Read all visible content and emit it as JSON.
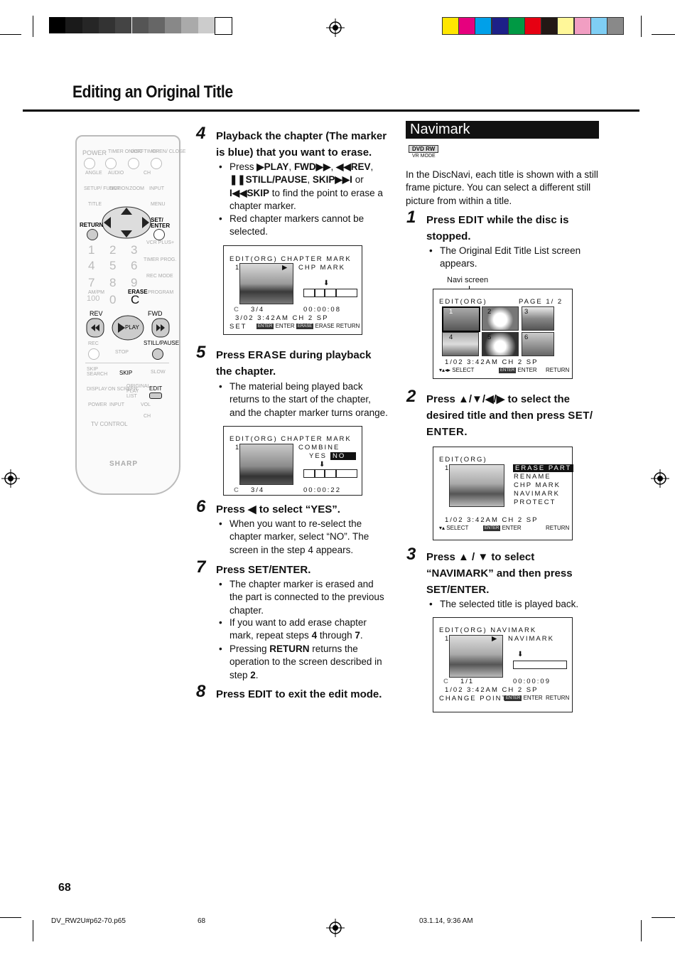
{
  "header": {
    "title": "Editing an Original Title"
  },
  "colors": {
    "gray_swatches": [
      "#000000",
      "#1a1a1a",
      "#262626",
      "#333333",
      "#444444",
      "#555555",
      "#666666",
      "#888888",
      "#aaaaaa",
      "#cccccc",
      "#ffffff"
    ],
    "color_swatches": [
      "#ffe600",
      "#e6007e",
      "#00a0e9",
      "#1d2088",
      "#009944",
      "#e60012",
      "#231815",
      "#fff799",
      "#f19ec2",
      "#7fcef4",
      "#898989"
    ]
  },
  "remote": {
    "labels": [
      "POWER",
      "TIMER ON/OFF",
      "DISC TIMER",
      "OPEN/ CLOSE",
      "ANGLE",
      "AUDIO",
      "CH",
      "SETUP/ FUNCTION",
      "DNR",
      "ZOOM",
      "INPUT",
      "TITLE",
      "MENU",
      "VCR PLUS+",
      "TIMER PROG.",
      "REC MODE",
      "AM/PM",
      "PROGRAM",
      "REC",
      "STOP",
      "SKIP SEARCH",
      "SLOW",
      "DISPLAY",
      "ON SCREEN",
      "ORIGINAL PLAY LIST",
      "POWER",
      "INPUT",
      "VOL",
      "CH",
      "TV CONTROL",
      "SHARP"
    ],
    "numbers": [
      "1",
      "2",
      "3",
      "4",
      "5",
      "6",
      "7",
      "8",
      "9",
      "100",
      "0",
      "C"
    ],
    "dark_labels": {
      "return": "RETURN",
      "set_enter": "SET/ ENTER",
      "erase": "ERASE",
      "rev": "REV",
      "fwd": "FWD",
      "play": "PLAY",
      "still": "STILL/PAUSE",
      "skip": "SKIP",
      "edit": "EDIT"
    }
  },
  "left": {
    "step4": {
      "num": "4",
      "head": "Playback the chapter (The marker is blue) that you want to erase.",
      "b1_pre": "Press ",
      "b1_play": "▶PLAY",
      "b1_c1": ", ",
      "b1_fwd": "FWD▶▶",
      "b1_c2": ", ",
      "b1_rev": "◀◀REV",
      "b1_c3": ", ",
      "b1_still": "❚❚STILL/PAUSE",
      "b1_c4": ", ",
      "b1_skip": "SKIP▶▶I",
      "b1_or": " or ",
      "b1_skipb": "I◀◀SKIP",
      "b1_post": " to find the point to erase a chapter marker.",
      "b2": "Red chapter markers cannot be selected."
    },
    "osd1": {
      "l1": "EDIT(ORG)  CHAPTER  MARK",
      "l2a": "1",
      "l2b": "▶",
      "l2c": "CHP  MARK",
      "c": "C",
      "l3a": "3/4",
      "l3b": "00:00:08",
      "l4": "3/02   3:42AM CH   2 SP",
      "l5": "SET",
      "enter_tag": "ENTER",
      "enter": "ENTER",
      "erase_tag": "ERASE",
      "erase": "ERASE",
      "ret": "RETURN",
      "arrow": "⬇"
    },
    "step5": {
      "num": "5",
      "head_pre": "Press ",
      "head_key": "ERASE",
      "head_post": " during playback the chapter.",
      "b1": "The material being played back returns to the start of the chapter, and the chapter marker turns orange."
    },
    "osd2": {
      "l1": "EDIT(ORG)  CHAPTER  MARK",
      "l2a": "1",
      "l2c": "COMBINE",
      "yes": "YES",
      "no": "NO",
      "c": "C",
      "l3a": "3/4",
      "l3b": "00:00:22",
      "arrow": "⬇"
    },
    "step6": {
      "num": "6",
      "head_pre": "Press ",
      "head_key": "◀",
      "head_post": " to select “YES”.",
      "b1": "When you want to re-select the chapter marker, select “NO”. The screen in the step 4 appears."
    },
    "step7": {
      "num": "7",
      "head_pre": "Press ",
      "head_key": "SET/ENTER",
      "head_post": ".",
      "b1": "The chapter marker is erased and the part is connected to the previous chapter.",
      "b2_pre": "If you want to add erase chapter mark, repeat steps ",
      "b2_k1": "4",
      "b2_mid": " through ",
      "b2_k2": "7",
      "b2_post": ".",
      "b3_pre": "Pressing ",
      "b3_key": "RETURN",
      "b3_mid": " returns the operation to the screen described in step ",
      "b3_k2": "2",
      "b3_post": "."
    },
    "step8": {
      "num": "8",
      "head_pre": "Press ",
      "head_key": "EDIT",
      "head_post": " to exit the edit mode."
    }
  },
  "right": {
    "section_title": "Navimark",
    "badge": "DVD RW",
    "badge_sub": "VR MODE",
    "intro": "In the DiscNavi, each title is shown with a still frame picture. You can select a different still picture from within a title.",
    "step1": {
      "num": "1",
      "head_pre": "Press ",
      "head_key": "EDIT",
      "head_post": " while the disc is stopped.",
      "b1": "The Original Edit Title List screen appears.",
      "callout": "Navi screen"
    },
    "osd3": {
      "l1": "EDIT(ORG)",
      "page": "PAGE  1/  2",
      "t1": "1",
      "t2": "2",
      "t3": "3",
      "t4": "4",
      "t5": "5",
      "t6": "6",
      "l3": "1/02    3:42AM  CH    2  SP",
      "select": "SELECT",
      "enter_tag": "ENTER",
      "enter": "ENTER",
      "ret": "RETURN"
    },
    "step2": {
      "num": "2",
      "head_pre": "Press ",
      "head_keys": "▲/▼/◀/▶",
      "head_mid": " to select the desired title and then press ",
      "head_key": "SET/ ENTER",
      "head_post": "."
    },
    "osd4": {
      "l1": "EDIT(ORG)",
      "l2a": "1",
      "m1": "ERASE  PART",
      "m2": "RENAME",
      "m3": "CHP  MARK",
      "m4": "NAVIMARK",
      "m5": "PROTECT",
      "l3": "1/02    3:42AM  CH    2  SP",
      "select": "SELECT",
      "enter_tag": "ENTER",
      "enter": "ENTER",
      "ret": "RETURN"
    },
    "step3": {
      "num": "3",
      "head_pre": "Press ",
      "head_keys": "▲ / ▼",
      "head_mid": " to select “NAVIMARK” and then press ",
      "head_key": "SET/ENTER",
      "head_post": ".",
      "b1": "The selected title is played back."
    },
    "osd5": {
      "l1": "EDIT(ORG)  NAVIMARK",
      "l2a": "1",
      "l2b": "▶",
      "l2c": "NAVIMARK",
      "c": "C",
      "l3a": "1/1",
      "l3b": "00:00:09",
      "l4": "1/02    3:42AM  CH    2  SP",
      "l5": "CHANGE  POINT",
      "enter_tag": "ENTER",
      "enter": "ENTER",
      "ret": "RETURN",
      "arrow": "⬇"
    }
  },
  "footer": {
    "page_number": "68",
    "file": "DV_RW2U#p62-70.p65",
    "page_center": "68",
    "date": "03.1.14, 9:36 AM"
  }
}
